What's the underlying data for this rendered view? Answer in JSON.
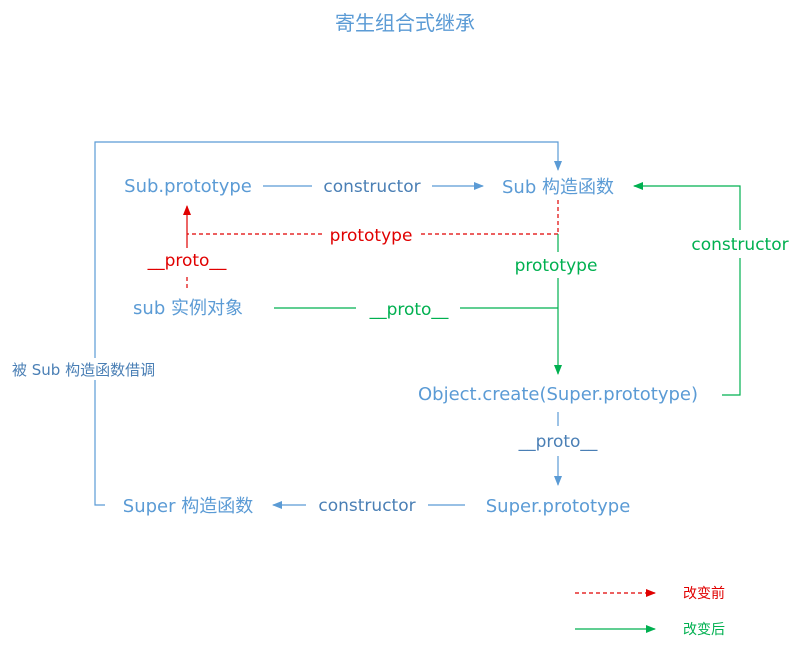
{
  "title": "寄生组合式继承",
  "nodes": {
    "sub_prototype": "Sub.prototype",
    "sub_constructor": "Sub 构造函数",
    "sub_instance": "sub 实例对象",
    "object_create": "Object.create(Super.prototype)",
    "super_constructor": "Super 构造函数",
    "super_prototype": "Super.prototype"
  },
  "edges": {
    "sub_proto_to_sub_ctor": "constructor",
    "old_prototype": "prototype",
    "old_proto": "__proto__",
    "new_prototype": "prototype",
    "new_proto": "__proto__",
    "new_constructor": "constructor",
    "objcreate_proto": "__proto__",
    "superproto_constructor": "constructor",
    "borrow_call": "被 Sub 构造函数借调"
  },
  "legend": {
    "before": "改变前",
    "after": "改变后"
  },
  "colors": {
    "title": "#5B9BD5",
    "blue": "#5B9BD5",
    "red": "#E00000",
    "green": "#00B050",
    "text_dark_blue": "#4A7FB5"
  }
}
